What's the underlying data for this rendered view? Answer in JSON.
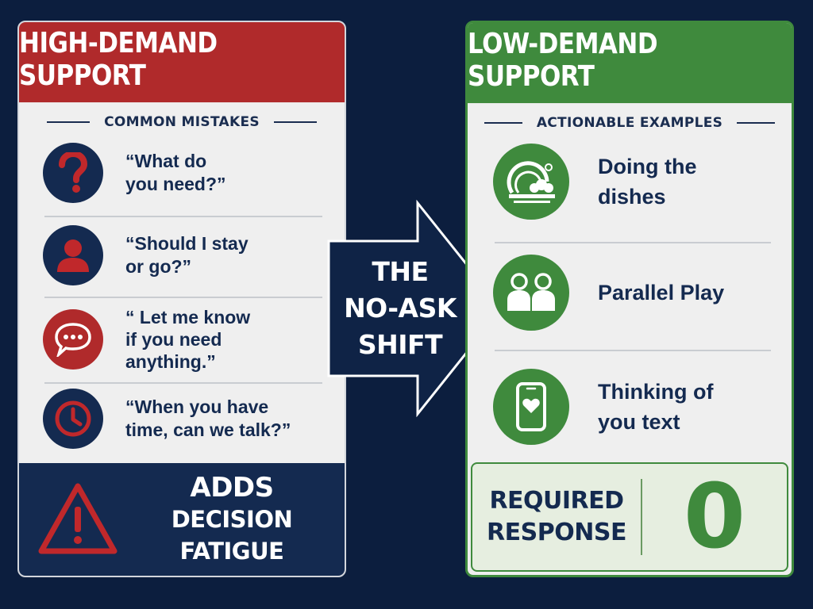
{
  "left_panel": {
    "title": "HIGH-DEMAND SUPPORT",
    "section_title": "COMMON MISTAKES",
    "items": [
      {
        "icon": "question-mark-icon",
        "text": "“What do\nyou need?”"
      },
      {
        "icon": "person-icon",
        "text": "“Should I stay\nor go?”"
      },
      {
        "icon": "chat-bubble-icon",
        "text": "“ Let me know\nif you need\nanything.”"
      },
      {
        "icon": "clock-icon",
        "text": "“When you have\ntime, can we talk?”"
      }
    ],
    "footer": {
      "icon": "warning-icon",
      "line1": "ADDS",
      "line2": "DECISION FATIGUE"
    }
  },
  "center": {
    "line1": "THE",
    "line2": "NO-ASK",
    "line3": "SHIFT"
  },
  "right_panel": {
    "title": "LOW-DEMAND SUPPORT",
    "section_title": "ACTIONABLE EXAMPLES",
    "items": [
      {
        "icon": "dishes-icon",
        "text": "Doing the\ndishes"
      },
      {
        "icon": "two-people-icon",
        "text": "Parallel Play"
      },
      {
        "icon": "phone-heart-icon",
        "text": "Thinking of\nyou text"
      }
    ],
    "footer": {
      "label": "REQUIRED\nRESPONSE",
      "value": "0"
    }
  },
  "colors": {
    "background": "#0c1e3e",
    "high_demand": "#b02a2b",
    "low_demand": "#3f8a3d",
    "navy": "#142a50"
  }
}
